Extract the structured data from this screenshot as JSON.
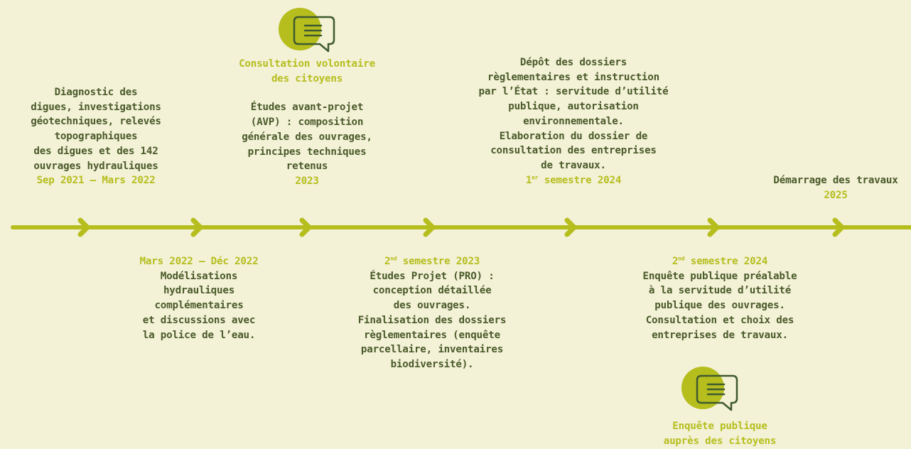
{
  "colors": {
    "background": "#f3f1d6",
    "line": "#b6be1e",
    "text_dark": "#4a5a2a",
    "accent": "#b6be1e",
    "icon_circle": "#b6be1e",
    "icon_bubble": "#3f5a2e"
  },
  "icons": [
    "speech-bubble-icon",
    "speech-bubble-icon",
    "arrow-right-icon"
  ],
  "steps": {
    "s1": {
      "lines": [
        "Diagnostic des",
        "digues, investigations",
        "géotechniques, relevés",
        "topographiques",
        "des digues et des 142",
        "ouvrages hydrauliques"
      ],
      "date": "Sep 2021 – Mars 2022"
    },
    "s2": {
      "date": "Mars 2022 – Déc 2022",
      "lines": [
        "Modélisations",
        "hydrauliques",
        "complémentaires",
        "et discussions avec",
        "la police de l’eau."
      ]
    },
    "s3": {
      "consultation": [
        "Consultation volontaire",
        "des citoyens"
      ],
      "lines": [
        "Études avant-projet",
        "(AVP) : composition",
        "générale des ouvrages,",
        "principes techniques",
        "retenus"
      ],
      "date": "2023"
    },
    "s4": {
      "date_num": "2",
      "date_sup": "nd",
      "date_rest": " semestre 2023",
      "lines": [
        "Études Projet (PRO) :",
        "conception détaillée",
        "des ouvrages.",
        "Finalisation des dossiers",
        "règlementaires (enquête",
        "parcellaire, inventaires",
        "biodiversité)."
      ]
    },
    "s5": {
      "lines": [
        "Dépôt des dossiers",
        "règlementaires et instruction",
        "par l’État : servitude d’utilité",
        "publique, autorisation",
        "environnementale.",
        "Elaboration du dossier de",
        "consultation des entreprises",
        "de travaux."
      ],
      "date_num": "1",
      "date_sup": "er",
      "date_rest": " semestre 2024"
    },
    "s6": {
      "date_num": "2",
      "date_sup": "nd",
      "date_rest": " semestre 2024",
      "lines": [
        "Enquête publique préalable",
        "à la servitude d’utilité",
        "publique des ouvrages.",
        "Consultation et choix des",
        "entreprises de travaux."
      ],
      "consultation": [
        "Enquête publique",
        "auprès des citoyens"
      ]
    },
    "s7": {
      "lines": [
        "Démarrage des travaux"
      ],
      "date": "2025"
    }
  }
}
